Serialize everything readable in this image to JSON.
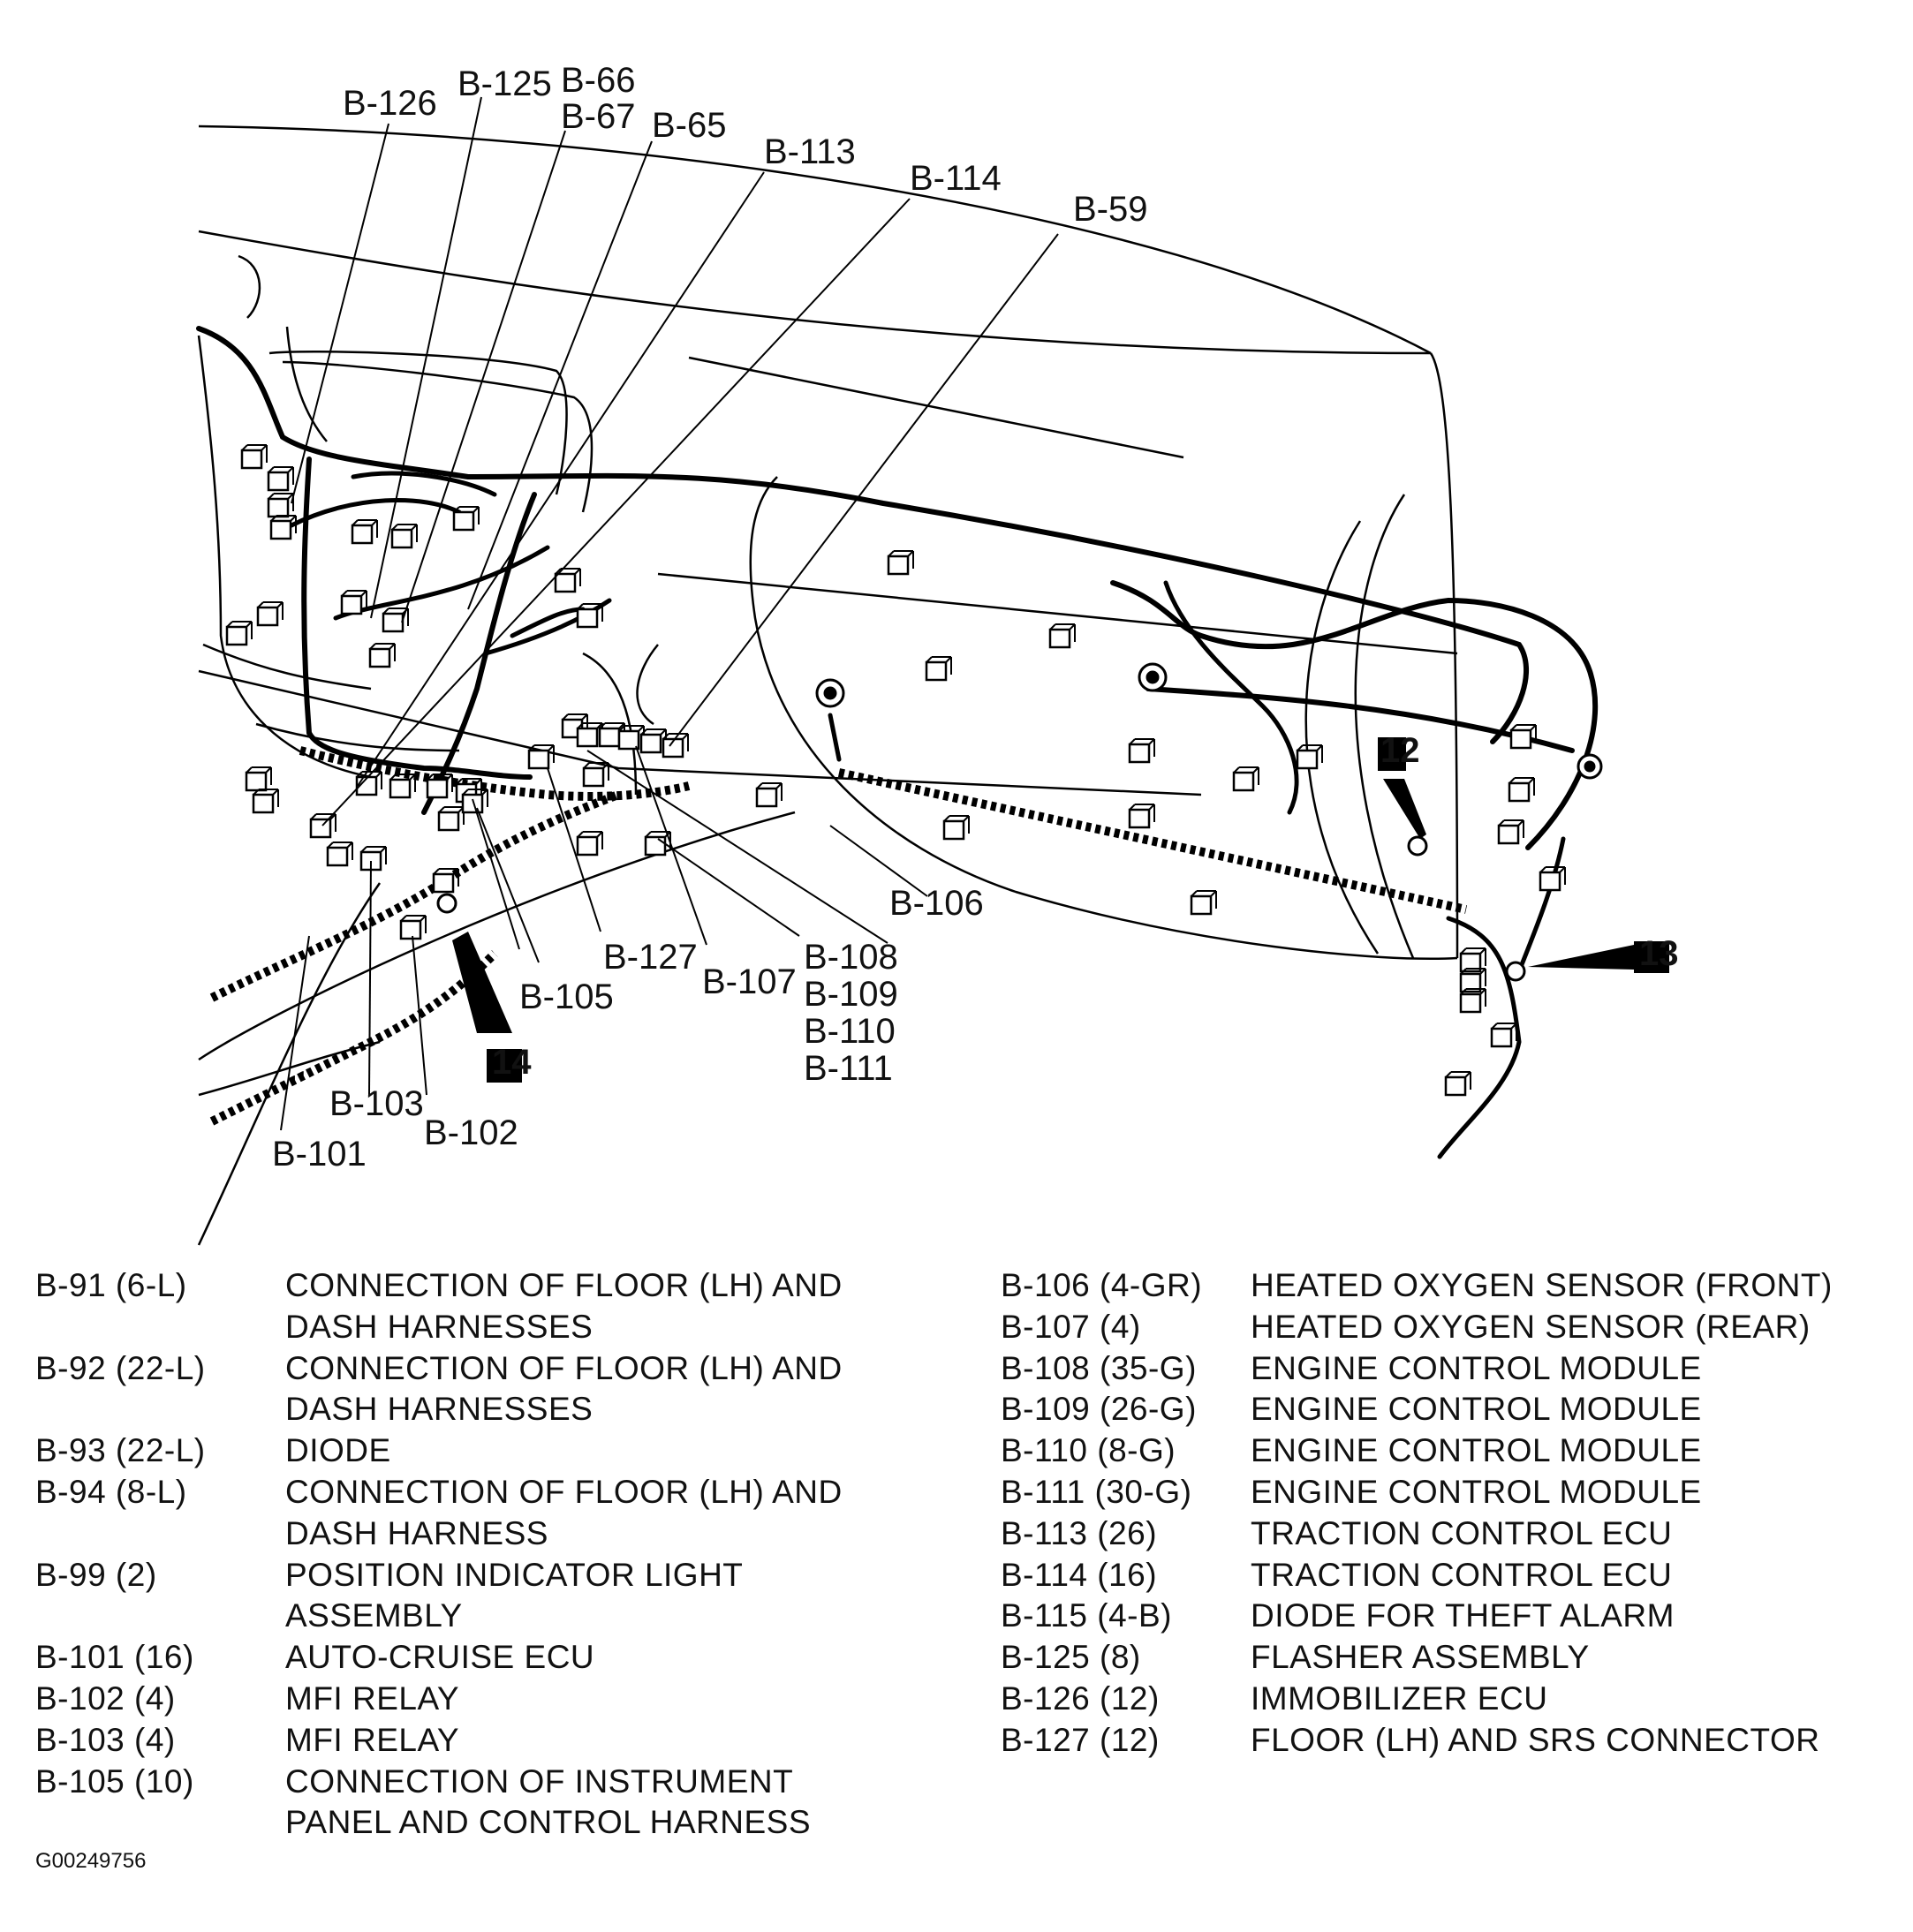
{
  "diagram": {
    "callouts": [
      "B-126",
      "B-125",
      "B-66",
      "B-67",
      "B-65",
      "B-113",
      "B-114",
      "B-59",
      "B-106",
      "B-127",
      "B-108",
      "B-109",
      "B-110",
      "B-111",
      "B-107",
      "B-105",
      "B-103",
      "B-102",
      "B-101"
    ],
    "view_badges": [
      "12",
      "13",
      "14"
    ]
  },
  "legend_left": [
    {
      "code": "B-91 (6-L)",
      "desc": "CONNECTION OF FLOOR (LH) AND\nDASH HARNESSES"
    },
    {
      "code": "B-92 (22-L)",
      "desc": "CONNECTION OF FLOOR (LH) AND\nDASH HARNESSES"
    },
    {
      "code": "B-93 (22-L)",
      "desc": "DIODE"
    },
    {
      "code": "B-94 (8-L)",
      "desc": "CONNECTION OF FLOOR (LH) AND\nDASH HARNESS"
    },
    {
      "code": "B-99 (2)",
      "desc": "POSITION INDICATOR LIGHT\nASSEMBLY"
    },
    {
      "code": "B-101 (16)",
      "desc": "AUTO-CRUISE ECU"
    },
    {
      "code": "B-102 (4)",
      "desc": "MFI RELAY"
    },
    {
      "code": "B-103 (4)",
      "desc": "MFI RELAY"
    },
    {
      "code": "B-105 (10)",
      "desc": "CONNECTION OF INSTRUMENT\nPANEL AND CONTROL HARNESS"
    }
  ],
  "legend_right": [
    {
      "code": "B-106 (4-GR)",
      "desc": "HEATED OXYGEN SENSOR (FRONT)"
    },
    {
      "code": "B-107 (4)",
      "desc": "HEATED OXYGEN SENSOR (REAR)"
    },
    {
      "code": "B-108 (35-G)",
      "desc": "ENGINE CONTROL MODULE"
    },
    {
      "code": "B-109 (26-G)",
      "desc": "ENGINE CONTROL MODULE"
    },
    {
      "code": "B-110 (8-G)",
      "desc": "ENGINE CONTROL MODULE"
    },
    {
      "code": "B-111 (30-G)",
      "desc": "ENGINE CONTROL MODULE"
    },
    {
      "code": "B-113 (26)",
      "desc": "TRACTION CONTROL ECU"
    },
    {
      "code": "B-114 (16)",
      "desc": "TRACTION CONTROL ECU"
    },
    {
      "code": "B-115 (4-B)",
      "desc": "DIODE FOR THEFT ALARM"
    },
    {
      "code": "B-125 (8)",
      "desc": "FLASHER ASSEMBLY"
    },
    {
      "code": "B-126 (12)",
      "desc": "IMMOBILIZER ECU"
    },
    {
      "code": "B-127 (12)",
      "desc": "FLOOR (LH) AND SRS CONNECTOR"
    }
  ],
  "figure_id": "G00249756"
}
